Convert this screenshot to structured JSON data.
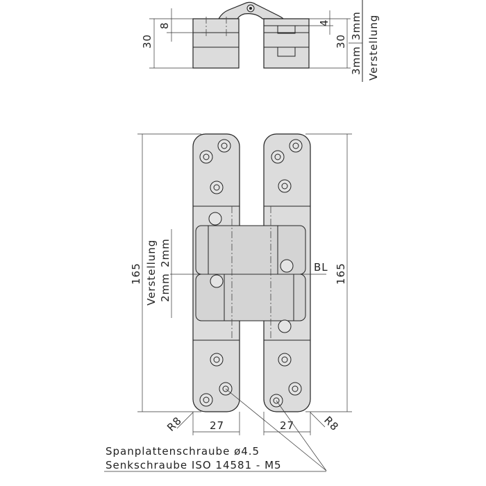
{
  "top_view": {
    "dim_height_left": "30",
    "dim_offset_left": "8",
    "dim_height_right": "30",
    "dim_offset_right": "4",
    "adjust_up": "3mm",
    "adjust_down": "3mm",
    "adjust_label": "Verstellung"
  },
  "front_view": {
    "dim_length_left": "165",
    "dim_length_right": "165",
    "adjust_label": "Verstellung",
    "adjust_up": "2mm",
    "adjust_down": "2mm",
    "reference_line": "BL",
    "width_left": "27",
    "width_right": "27",
    "radius_left": "R8",
    "radius_right": "R8"
  },
  "callout": {
    "line1": "Spanplattenschraube ø4.5",
    "line2": "Senkschraube ISO 14581 - M5"
  },
  "colors": {
    "part_fill": "#dcdcdc",
    "line": "#222222"
  }
}
